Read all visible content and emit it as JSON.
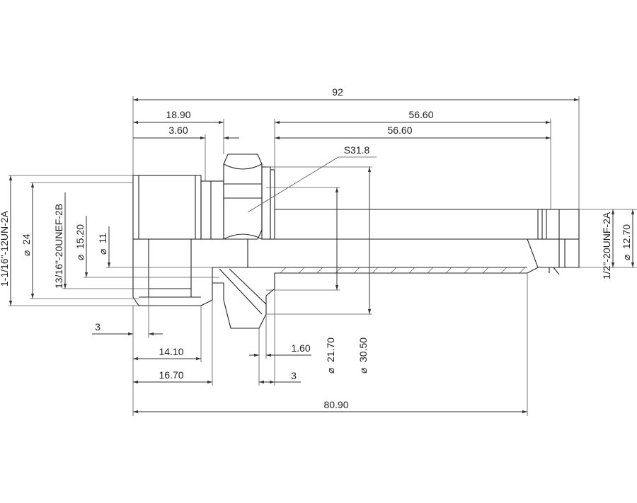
{
  "dimensions": {
    "overall_length": "92",
    "thread_length_top": "18.90",
    "undercut_top": "3.60",
    "tube_length_a": "56.60",
    "tube_length_b": "56.60",
    "hex_size": "S31.8",
    "left_thread_major": "1-1/16\"-12UN-2A",
    "dia_24": "24",
    "inner_thread": "13/16\"-20UNEF-2B",
    "dia_15_20": "15.20",
    "dia_11": "11",
    "chamfer_3_left": "3",
    "depth_14_10": "14.10",
    "depth_16_70": "16.70",
    "step_1_60": "1.60",
    "step_3": "3",
    "dia_21_70": "21.70",
    "dia_30_50": "30.50",
    "right_thread": "1/2\"-20UNF-2A",
    "dia_12_70": "12.70",
    "bore_length": "80.90"
  },
  "symbols": {
    "diameter": "⌀"
  }
}
